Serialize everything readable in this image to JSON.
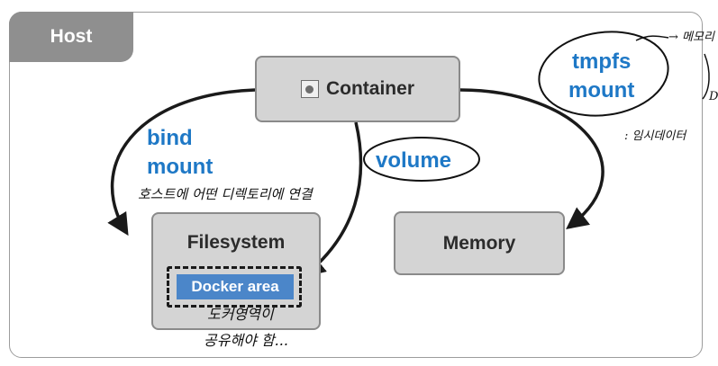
{
  "host": {
    "label": "Host"
  },
  "container": {
    "label": "Container",
    "icon": "container-icon"
  },
  "filesystem": {
    "label": "Filesystem"
  },
  "docker_area": {
    "label": "Docker area"
  },
  "memory": {
    "label": "Memory"
  },
  "mounts": {
    "bind_line1": "bind",
    "bind_line2": "mount",
    "volume": "volume",
    "tmpfs_line1": "tmpfs",
    "tmpfs_line2": "mount"
  },
  "annotations": {
    "bind_note": "호스트에 어떤 디렉토리에 연결",
    "tmpfs_note": "→ 메모리",
    "tmpfs_note2": ": 임시데이터",
    "tmpfs_d": "D",
    "docker_note_line1": "도커영역이",
    "docker_note_line2": "공유해야 함..."
  },
  "colors": {
    "accent_blue": "#1e78c6",
    "docker_area_fill": "#4b86c9",
    "box_fill": "#d4d4d4",
    "host_tab": "#8f8f8f"
  }
}
